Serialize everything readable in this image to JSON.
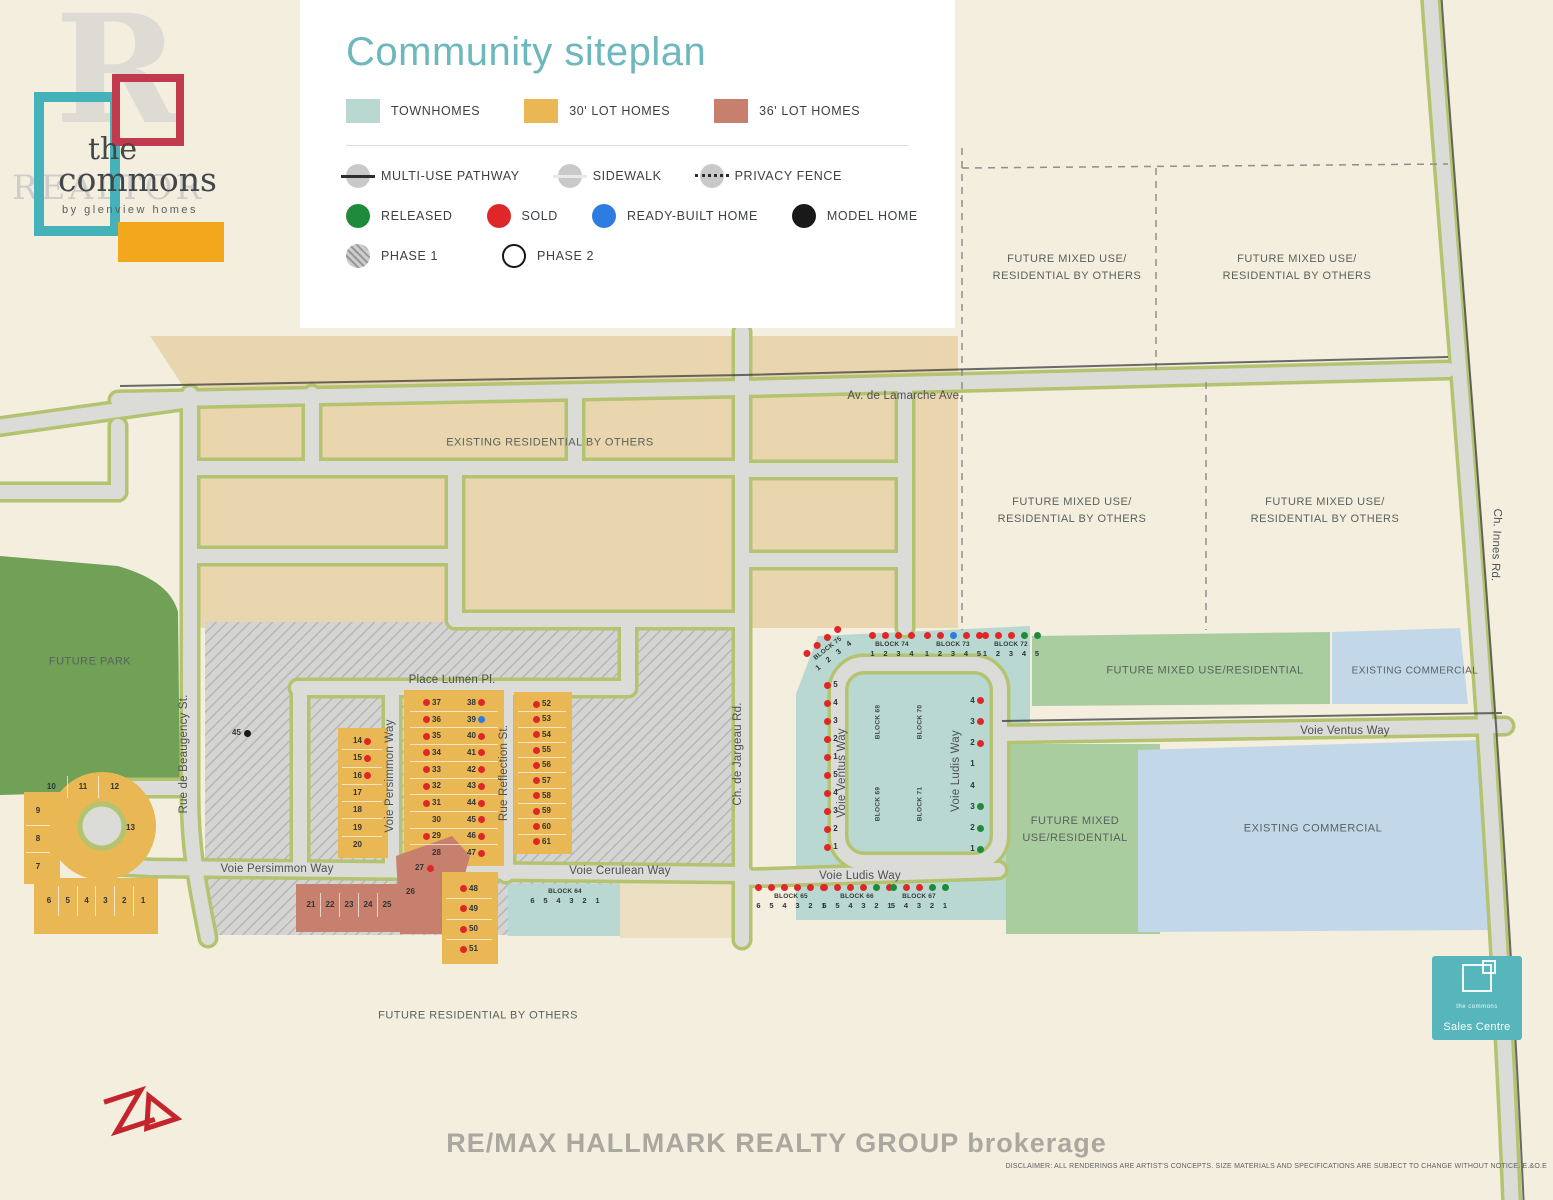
{
  "watermarks": {
    "realtor_r": "R",
    "realtor": "REALTOR",
    "brokerage": "RE/MAX HALLMARK REALTY GROUP  brokerage",
    "disclaimer": "DISCLAIMER: ALL RENDERINGS ARE ARTIST'S CONCEPTS. SIZE MATERIALS AND SPECIFICATIONS ARE SUBJECT TO CHANGE WITHOUT NOTICE. E.&O.E"
  },
  "logo": {
    "the": "the",
    "commons": "commons",
    "tagline": "by glenview homes"
  },
  "legend": {
    "title": "Community siteplan",
    "lot_types": [
      {
        "label": "TOWNHOMES",
        "kind": "townhome"
      },
      {
        "label": "30' LOT HOMES",
        "kind": "lot30"
      },
      {
        "label": "36' LOT HOMES",
        "kind": "lot36"
      }
    ],
    "line_types": [
      {
        "label": "MULTI-USE PATHWAY",
        "kind": "pathway"
      },
      {
        "label": "SIDEWALK",
        "kind": "sidewalk"
      },
      {
        "label": "PRIVACY FENCE",
        "kind": "fence"
      }
    ],
    "status_types": [
      {
        "label": "RELEASED",
        "kind": "released"
      },
      {
        "label": "SOLD",
        "kind": "sold"
      },
      {
        "label": "READY-BUILT HOME",
        "kind": "ready"
      },
      {
        "label": "MODEL HOME",
        "kind": "model"
      }
    ],
    "phases": [
      {
        "label": "PHASE 1",
        "kind": "phase1"
      },
      {
        "label": "PHASE 2",
        "kind": "phase2"
      }
    ]
  },
  "colors": {
    "townhome": "#b9d8d1",
    "lot30": "#e9b754",
    "lot36": "#c8806e",
    "released": "#1f8a3b",
    "sold": "#e02727",
    "ready": "#2d7ce0",
    "model": "#191919",
    "accent": "#6cb8bd",
    "park": "#70a157",
    "future_mixed": "#aacda0",
    "commercial": "#c2d8e9"
  },
  "roads": {
    "lamarche": "Av. de Lamarche Ave.",
    "innes": "Ch. Innes Rd.",
    "jargeau": "Ch. de Jargeau Rd.",
    "beaugency": "Rue de Beaugency St.",
    "lumen": "Place Lumen Pl.",
    "persimmon": "Voie Persimmon Way",
    "reflection": "Rue Reflection St.",
    "cerulean": "Voie Cerulean Way",
    "ludis": "Voie Ludis Way",
    "ventus": "Voie Ventus Way"
  },
  "areas": {
    "future_mixed_by_others": "FUTURE MIXED USE/ RESIDENTIAL BY OTHERS",
    "existing_residential": "EXISTING RESIDENTIAL BY OTHERS",
    "future_park": "FUTURE PARK",
    "future_mixed": "FUTURE MIXED USE/RESIDENTIAL",
    "existing_commercial": "EXISTING COMMERCIAL",
    "future_residential": "FUTURE RESIDENTIAL BY OTHERS"
  },
  "sales_centre": {
    "logo": "the commons",
    "label": "Sales Centre"
  },
  "lots": {
    "culdesac_bottom": [
      {
        "n": "6"
      },
      {
        "n": "5"
      },
      {
        "n": "4"
      },
      {
        "n": "3"
      },
      {
        "n": "2"
      },
      {
        "n": "1"
      }
    ],
    "culdesac_left": [
      {
        "n": "9"
      },
      {
        "n": "8"
      },
      {
        "n": "7"
      }
    ],
    "culdesac_top": [
      {
        "n": "10"
      },
      {
        "n": "11"
      },
      {
        "n": "12"
      }
    ],
    "lot13": [
      {
        "n": "13"
      }
    ],
    "model_lot": [
      {
        "n": "45",
        "s": "model"
      }
    ],
    "strip_14_20": [
      {
        "n": "14",
        "s": "sold"
      },
      {
        "n": "15",
        "s": "sold"
      },
      {
        "n": "16",
        "s": "sold"
      },
      {
        "n": "17"
      },
      {
        "n": "18"
      },
      {
        "n": "19"
      },
      {
        "n": "20"
      }
    ],
    "lumen_pairs": [
      {
        "l": "37",
        "ls": "sold",
        "r": "38",
        "rs": "sold"
      },
      {
        "l": "36",
        "ls": "sold",
        "r": "39",
        "rs": "ready"
      },
      {
        "l": "35",
        "ls": "sold",
        "r": "40",
        "rs": "sold"
      },
      {
        "l": "34",
        "ls": "sold",
        "r": "41",
        "rs": "sold"
      },
      {
        "l": "33",
        "ls": "sold",
        "r": "42",
        "rs": "sold"
      },
      {
        "l": "32",
        "ls": "sold",
        "r": "43",
        "rs": "sold"
      },
      {
        "l": "31",
        "ls": "sold",
        "r": "44",
        "rs": "sold"
      },
      {
        "l": "30",
        "r": "45",
        "rs": "sold"
      },
      {
        "l": "29",
        "ls": "sold",
        "r": "46",
        "rs": "sold"
      },
      {
        "l": "28",
        "r": "47",
        "rs": "sold"
      }
    ],
    "strip_48_51": [
      {
        "n": "48",
        "s": "sold"
      },
      {
        "n": "49",
        "s": "sold"
      },
      {
        "n": "50",
        "s": "sold"
      },
      {
        "n": "51",
        "s": "sold"
      }
    ],
    "reflection_col": [
      {
        "n": "52",
        "s": "sold"
      },
      {
        "n": "53",
        "s": "sold"
      },
      {
        "n": "54",
        "s": "sold"
      },
      {
        "n": "55",
        "s": "sold"
      },
      {
        "n": "56",
        "s": "sold"
      },
      {
        "n": "57",
        "s": "sold"
      },
      {
        "n": "58",
        "s": "sold"
      },
      {
        "n": "59",
        "s": "sold"
      },
      {
        "n": "60",
        "s": "sold"
      },
      {
        "n": "61",
        "s": "sold"
      }
    ],
    "salmon_row": [
      {
        "n": "21"
      },
      {
        "n": "22"
      },
      {
        "n": "23"
      },
      {
        "n": "24"
      },
      {
        "n": "25"
      }
    ],
    "lot26": [
      {
        "n": "26"
      }
    ],
    "lot27": [
      {
        "n": "27",
        "s": "sold"
      }
    ],
    "ventus_strip": [
      {
        "n": "5",
        "s": "sold"
      },
      {
        "n": "4",
        "s": "sold"
      },
      {
        "n": "3",
        "s": "sold"
      },
      {
        "n": "2",
        "s": "sold"
      },
      {
        "n": "1",
        "s": "sold"
      },
      {
        "n": "5",
        "s": "sold"
      },
      {
        "n": "4",
        "s": "sold"
      },
      {
        "n": "3",
        "s": "sold"
      },
      {
        "n": "2",
        "s": "sold"
      },
      {
        "n": "1",
        "s": "sold"
      }
    ],
    "ludis_strip": [
      {
        "n": "4",
        "s": "sold"
      },
      {
        "n": "3",
        "s": "sold"
      },
      {
        "n": "2",
        "s": "sold"
      },
      {
        "n": "1"
      },
      {
        "n": "4"
      },
      {
        "n": "3",
        "s": "released"
      },
      {
        "n": "2",
        "s": "released"
      },
      {
        "n": "1",
        "s": "released"
      }
    ]
  },
  "blocks": {
    "block64": {
      "label": "BLOCK 64",
      "units": [
        {
          "n": "6"
        },
        {
          "n": "5"
        },
        {
          "n": "4"
        },
        {
          "n": "3"
        },
        {
          "n": "2"
        },
        {
          "n": "1"
        }
      ]
    },
    "block75": {
      "label": "BLOCK 75",
      "units": [
        {
          "n": "1",
          "s": "sold"
        },
        {
          "n": "2",
          "s": "sold"
        },
        {
          "n": "3",
          "s": "sold"
        },
        {
          "n": "4",
          "s": "sold"
        }
      ]
    },
    "block74": {
      "label": "BLOCK 74",
      "units": [
        {
          "n": "1",
          "s": "sold"
        },
        {
          "n": "2",
          "s": "sold"
        },
        {
          "n": "3",
          "s": "sold"
        },
        {
          "n": "4",
          "s": "sold"
        }
      ]
    },
    "block73": {
      "label": "BLOCK 73",
      "units": [
        {
          "n": "1",
          "s": "sold"
        },
        {
          "n": "2",
          "s": "sold"
        },
        {
          "n": "3",
          "s": "ready"
        },
        {
          "n": "4",
          "s": "sold"
        },
        {
          "n": "5",
          "s": "sold"
        }
      ]
    },
    "block72": {
      "label": "BLOCK 72",
      "units": [
        {
          "n": "1",
          "s": "sold"
        },
        {
          "n": "2",
          "s": "sold"
        },
        {
          "n": "3",
          "s": "sold"
        },
        {
          "n": "4",
          "s": "released"
        },
        {
          "n": "5",
          "s": "released"
        }
      ]
    },
    "block65": {
      "label": "BLOCK 65",
      "units": [
        {
          "n": "6",
          "s": "sold"
        },
        {
          "n": "5",
          "s": "sold"
        },
        {
          "n": "4",
          "s": "sold"
        },
        {
          "n": "3",
          "s": "sold"
        },
        {
          "n": "2",
          "s": "sold"
        },
        {
          "n": "1",
          "s": "sold"
        }
      ]
    },
    "block66": {
      "label": "BLOCK 66",
      "units": [
        {
          "n": "6",
          "s": "sold"
        },
        {
          "n": "5",
          "s": "sold"
        },
        {
          "n": "4",
          "s": "sold"
        },
        {
          "n": "3",
          "s": "sold"
        },
        {
          "n": "2",
          "s": "released"
        },
        {
          "n": "1",
          "s": "sold"
        }
      ]
    },
    "block67": {
      "label": "BLOCK 67",
      "units": [
        {
          "n": "5",
          "s": "released"
        },
        {
          "n": "4",
          "s": "sold"
        },
        {
          "n": "3",
          "s": "sold"
        },
        {
          "n": "2",
          "s": "released"
        },
        {
          "n": "1",
          "s": "released"
        }
      ]
    },
    "vertical_labels": [
      "BLOCK 68",
      "BLOCK 69",
      "BLOCK 70",
      "BLOCK 71"
    ]
  }
}
